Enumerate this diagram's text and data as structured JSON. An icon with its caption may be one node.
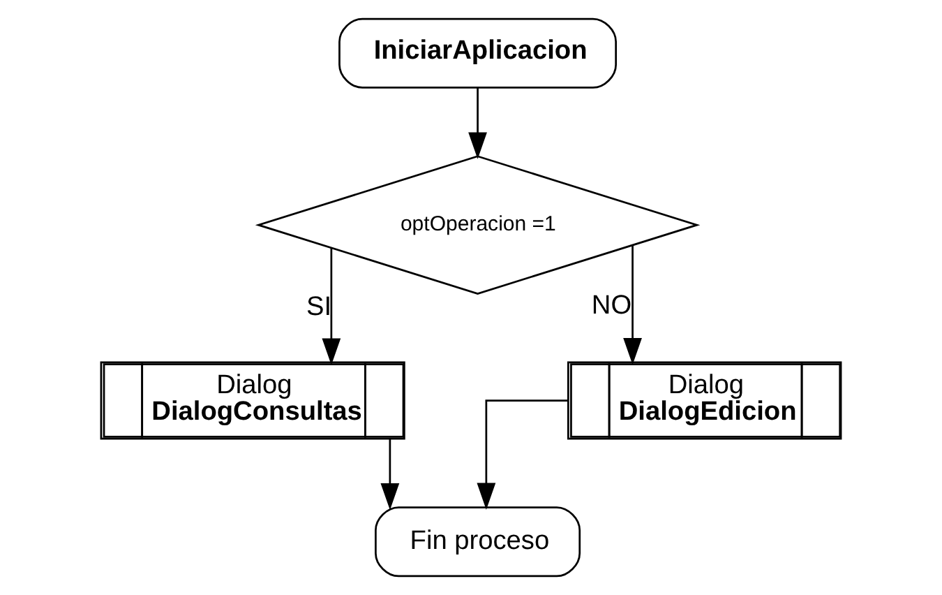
{
  "diagram": {
    "nodes": [
      {
        "text": [
          "IniciarAplicacion"
        ]
      },
      {
        "text": [
          "optOperacion =1"
        ]
      },
      {
        "text": [
          "Dialog",
          "DialogConsultas"
        ]
      },
      {
        "text": [
          "Dialog",
          "DialogEdicion"
        ]
      },
      {
        "text": [
          "Fin proceso"
        ]
      }
    ],
    "edges": [
      {
        "from": 0,
        "to": 1,
        "arrow": "to"
      },
      {
        "from": 1,
        "to": 2,
        "arrow": "to",
        "label": "SI"
      },
      {
        "from": 1,
        "to": 3,
        "arrow": "to",
        "label": "NO"
      },
      {
        "from": 2,
        "to": 4,
        "arrow": "to"
      },
      {
        "from": 3,
        "to": 4,
        "arrow": "to"
      }
    ]
  }
}
